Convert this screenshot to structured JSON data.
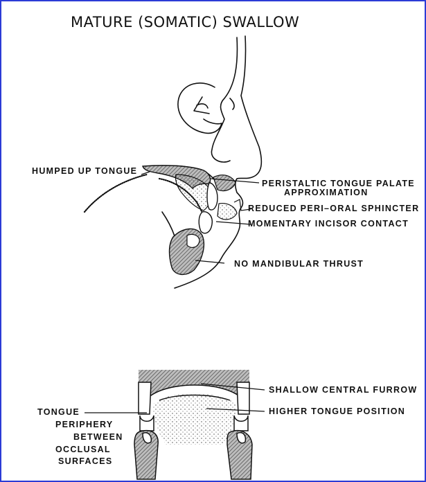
{
  "title": "MATURE (SOMATIC) SWALLOW",
  "colors": {
    "border": "#2b3bd6",
    "shade": "#9a9a9a",
    "ink": "#111111"
  },
  "labels": {
    "humped_up_tongue": "HUMPED UP TONGUE",
    "peristaltic_line1": "PERISTALTIC  TONGUE  PALATE",
    "peristaltic_line2": "APPROXIMATION",
    "reduced_sphincter": "REDUCED PERI–ORAL  SPHINCTER",
    "incisor_contact": "MOMENTARY  INCISOR CONTACT",
    "no_mandibular_thrust": "NO MANDIBULAR  THRUST",
    "shallow_central_furrow": "SHALLOW  CENTRAL FURROW",
    "higher_tongue_position": "HIGHER TONGUE  POSITION",
    "tongue_periphery": [
      "TONGUE",
      "PERIPHERY",
      "BETWEEN",
      "OCCLUSAL",
      "SURFACES"
    ]
  }
}
